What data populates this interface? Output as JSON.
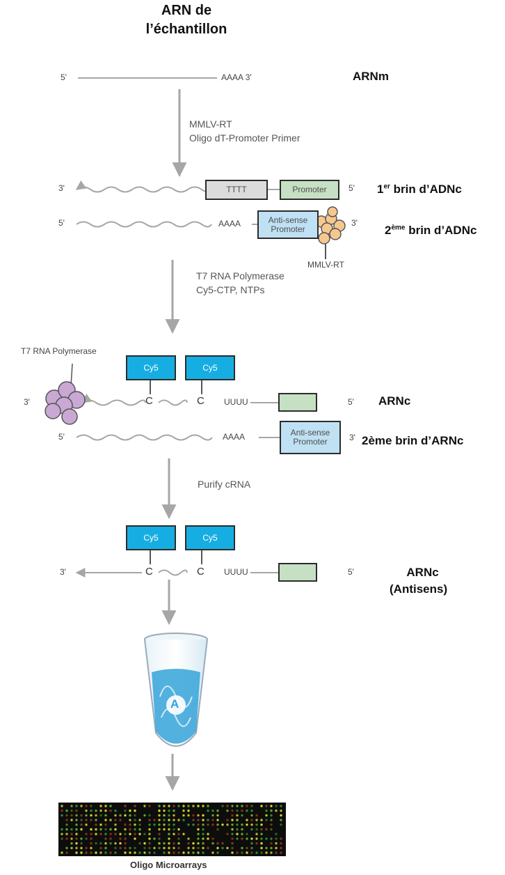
{
  "title": {
    "line1": "ARN de",
    "line2": "l’échantillon"
  },
  "mrna": {
    "five": "5'",
    "tail": "AAAA 3'",
    "label": "ARNm"
  },
  "step1": {
    "line1": "MMLV-RT",
    "line2": "Oligo dT-Promoter Primer"
  },
  "cdna1": {
    "three": "3'",
    "tttt": "TTTT",
    "promoter": "Promoter",
    "five": "5'",
    "label_num": "1",
    "label_sup": "er",
    "label_rest": " brin d’ADNc"
  },
  "cdna2": {
    "five": "5'",
    "aaaa": "AAAA",
    "promoter_l1": "Anti-sense",
    "promoter_l2": "Promoter",
    "three": "3'",
    "label_num": "2",
    "label_sup": "ème",
    "label_rest": " brin d’ADNc",
    "enzyme": "MMLV-RT"
  },
  "step2": {
    "line1": "T7 RNA Polymerase",
    "line2": "Cy5-CTP, NTPs"
  },
  "t7_label": "T7 RNA Polymerase",
  "crna": {
    "three": "3'",
    "cy5": "Cy5",
    "c": "C",
    "uuuu": "UUUU",
    "five": "5'",
    "label": "ARNc"
  },
  "crna2": {
    "five": "5'",
    "aaaa": "AAAA",
    "promoter_l1": "Anti-sense",
    "promoter_l2": "Promoter",
    "three": "3'",
    "label": "2ème brin d’ARNc"
  },
  "step3": {
    "line1": "Purify cRNA"
  },
  "crna_final": {
    "three": "3'",
    "cy5": "Cy5",
    "c": "C",
    "uuuu": "UUUU",
    "five": "5'",
    "label_l1": "ARNc",
    "label_l2": "(Antisens)"
  },
  "tube_letter": "A",
  "microarray_label": "Oligo Microarrays",
  "colors": {
    "line": "#a6a6a6",
    "cy5": "#16aee2",
    "green_box": "#c6e0c4",
    "blue_box": "#bfe1f3",
    "t7": "#c9a8d4",
    "mmlv": "#f6c890"
  }
}
